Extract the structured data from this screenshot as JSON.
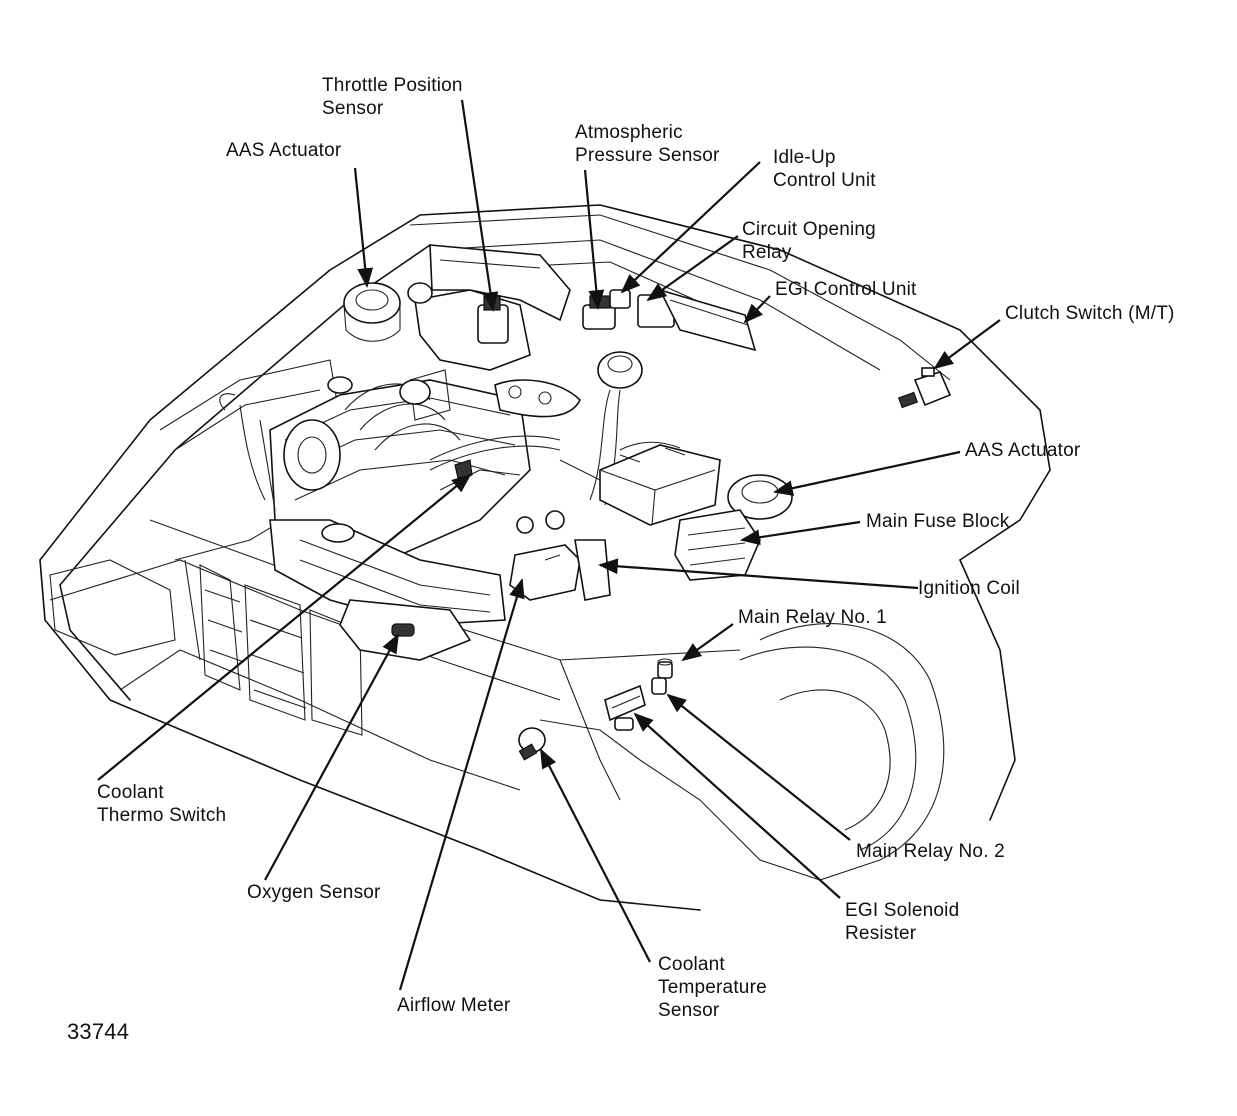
{
  "figure_number": "33744",
  "labels": {
    "throttle_position_sensor": "Throttle Position\nSensor",
    "aas_actuator_left": "AAS Actuator",
    "atmospheric_pressure_sensor": "Atmospheric\nPressure Sensor",
    "idle_up_control_unit": "Idle-Up\nControl Unit",
    "circuit_opening_relay": "Circuit Opening\nRelay",
    "egi_control_unit": "EGI Control Unit",
    "clutch_switch": "Clutch Switch (M/T)",
    "aas_actuator_right": "AAS Actuator",
    "main_fuse_block": "Main Fuse Block",
    "ignition_coil": "Ignition Coil",
    "main_relay_no_1": "Main Relay No. 1",
    "coolant_thermo_switch": "Coolant\nThermo Switch",
    "oxygen_sensor": "Oxygen Sensor",
    "main_relay_no_2": "Main Relay No. 2",
    "egi_solenoid_resister": "EGI Solenoid\nResister",
    "coolant_temperature_sensor": "Coolant\nTemperature\nSensor",
    "airflow_meter": "Airflow Meter"
  }
}
